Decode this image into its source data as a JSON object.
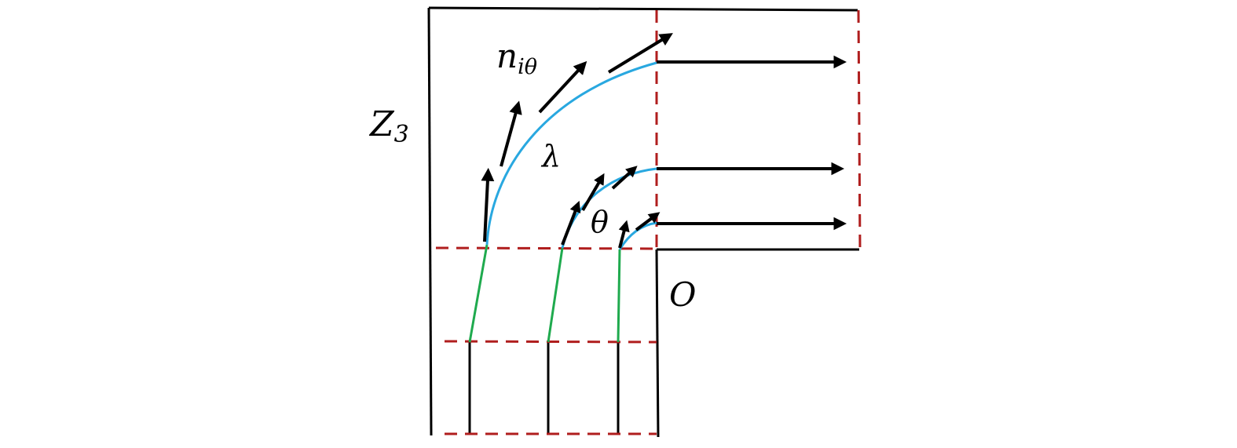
{
  "figure": {
    "labels": {
      "z_main": "Z",
      "z_sub": "3",
      "n_main": "n",
      "n_sub": "iθ",
      "lambda": "λ",
      "theta": "θ",
      "origin": "O"
    },
    "colors": {
      "wall": "#000000",
      "dashed_boundary": "#b01e1e",
      "curved_streamline": "#29a8e0",
      "inlet_streamline": "#1faa4e",
      "vector": "#000000"
    }
  }
}
